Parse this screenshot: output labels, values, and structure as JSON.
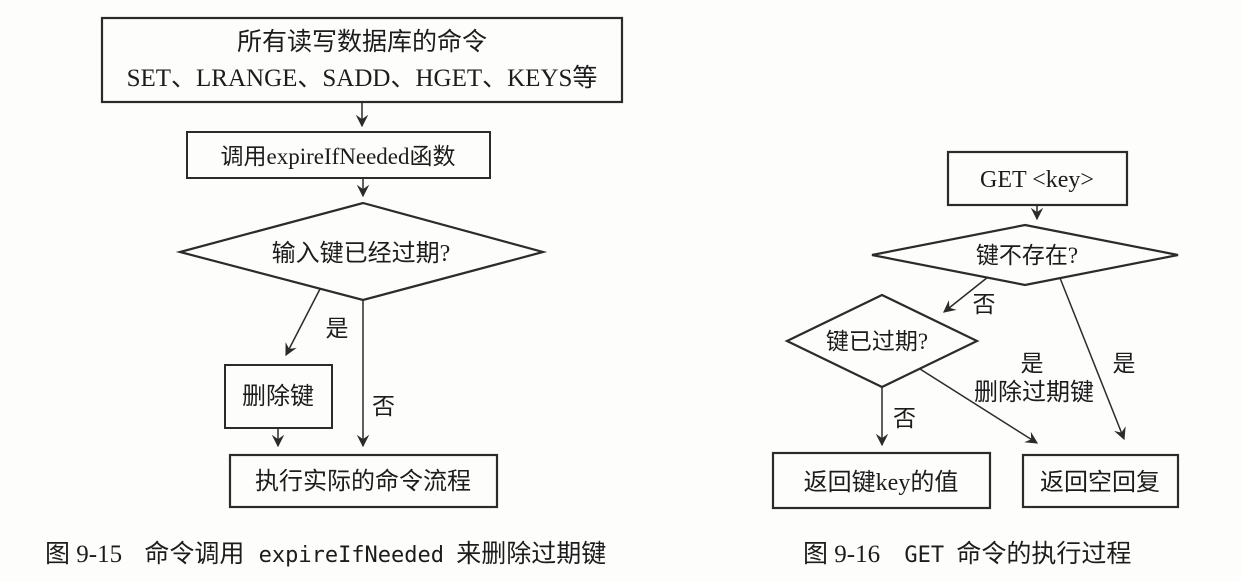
{
  "page": {
    "background": "#fdfdfc",
    "ink_color": "#2b2b2b",
    "text_color": "#1c1c1c"
  },
  "figure_left": {
    "nodes": {
      "commands_box_line1": "所有读写数据库的命令",
      "commands_box_line2": "SET、LRANGE、SADD、HGET、KEYS等",
      "call_box": "调用expireIfNeeded函数",
      "expired_decision": "输入键已经过期?",
      "delete_box": "删除键",
      "execute_box": "执行实际的命令流程"
    },
    "edge_labels": {
      "yes": "是",
      "no": "否"
    },
    "caption": {
      "fig": "图 9-15",
      "pre": "命令调用",
      "code": "expireIfNeeded",
      "post": "来删除过期键"
    }
  },
  "figure_right": {
    "nodes": {
      "get_box": "GET <key>",
      "not_exist_decision": "键不存在?",
      "expired_decision": "键已过期?",
      "return_value_box": "返回键key的值",
      "return_nil_box": "返回空回复"
    },
    "edge_labels": {
      "no_to_expired_check": "否",
      "yes_right": "是",
      "no_down": "否",
      "yes_mid": "是",
      "delete_expired": "删除过期键"
    },
    "caption": {
      "fig": "图 9-16",
      "code": "GET",
      "post": "命令的执行过程"
    }
  }
}
